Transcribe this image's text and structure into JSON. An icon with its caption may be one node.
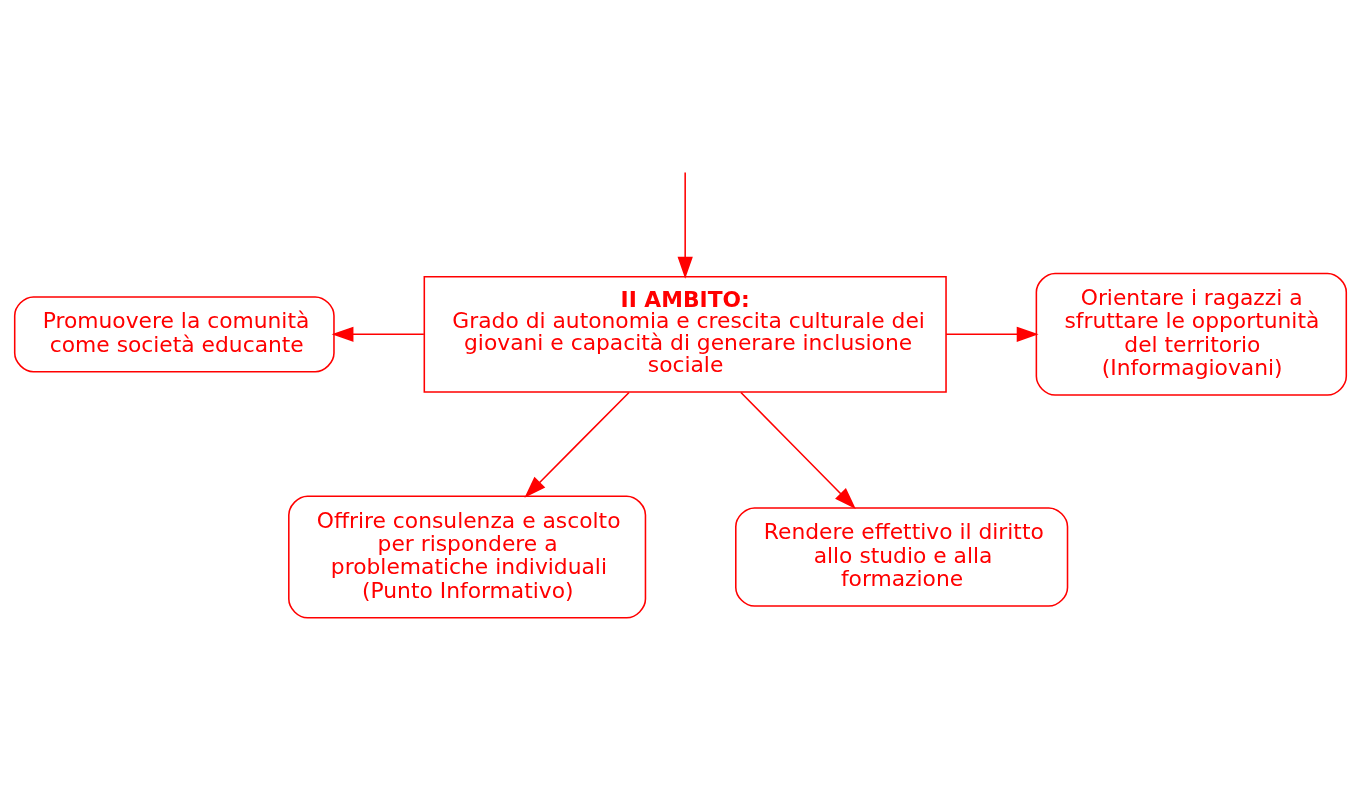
{
  "diagram": {
    "nodes": [
      {
        "text": [
          "II AMBITO:",
          "Grado di autonomia e crescita culturale dei giovani e capacità di generare inclusione sociale"
        ]
      },
      {
        "text": [
          "Promuovere la comunità come società educante"
        ]
      },
      {
        "text": [
          "Orientare i ragazzi a sfruttare le opportunità del territorio (Informagiovani)"
        ]
      },
      {
        "text": [
          "Offrire consulenza e ascolto per rispondere a problematiche individuali (Punto Informativo)"
        ]
      },
      {
        "text": [
          "Rendere effettivo il diritto allo studio e alla formazione"
        ]
      }
    ],
    "edges": [
      {
        "from": null,
        "to": 0,
        "arrow": "to"
      },
      {
        "from": 0,
        "to": 1,
        "arrow": "to"
      },
      {
        "from": 0,
        "to": 2,
        "arrow": "to"
      },
      {
        "from": 0,
        "to": 3,
        "arrow": "to"
      },
      {
        "from": 0,
        "to": 4,
        "arrow": "to"
      }
    ]
  }
}
